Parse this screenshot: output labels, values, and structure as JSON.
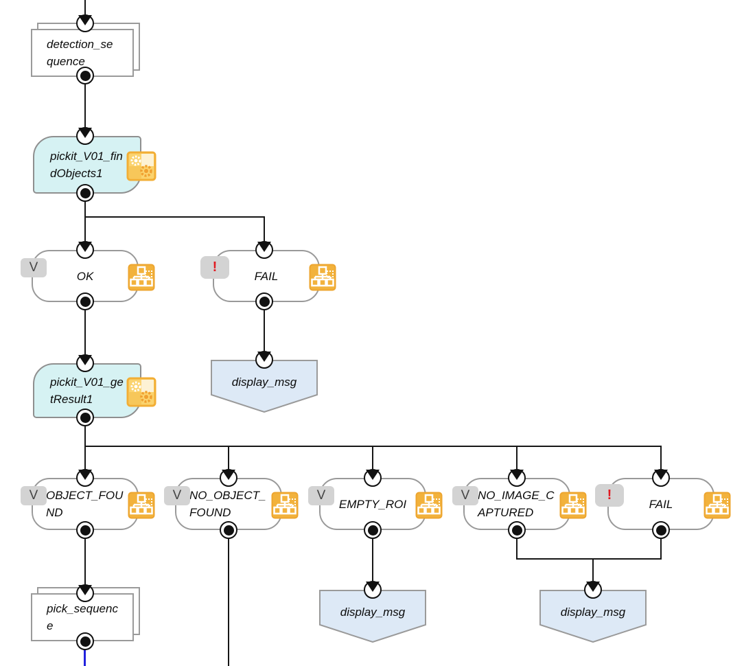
{
  "diagram": {
    "nodes": {
      "detection_sequence": {
        "label": "detection_sequence",
        "kind": "subtask"
      },
      "find_objects": {
        "label": "pickit_V01_findObjects1",
        "kind": "command",
        "icon": "gears-icon"
      },
      "ok_branch": {
        "label": "OK",
        "badge": "V",
        "icon": "hierarchy-icon"
      },
      "fail_branch": {
        "label": "FAIL",
        "badge": "!",
        "icon": "hierarchy-icon"
      },
      "get_result": {
        "label": "pickit_V01_getResult1",
        "kind": "command",
        "icon": "gears-icon"
      },
      "display_msg_fail": {
        "label": "display_msg",
        "kind": "display"
      },
      "object_found_branch": {
        "label": "OBJECT_FOUND",
        "badge": "V",
        "icon": "hierarchy-icon"
      },
      "no_object_found_branch": {
        "label": "NO_OBJECT_FOUND",
        "badge": "V",
        "icon": "hierarchy-icon"
      },
      "empty_roi_branch": {
        "label": "EMPTY_ROI",
        "badge": "V",
        "icon": "hierarchy-icon"
      },
      "no_image_captured_branch": {
        "label": "NO_IMAGE_CAPTURED",
        "badge": "V",
        "icon": "hierarchy-icon"
      },
      "fail_bottom_branch": {
        "label": "FAIL",
        "badge": "!",
        "icon": "hierarchy-icon"
      },
      "pick_sequence": {
        "label": "pick_sequence",
        "kind": "subtask"
      },
      "display_msg_empty_roi": {
        "label": "display_msg",
        "kind": "display"
      },
      "display_msg_error": {
        "label": "display_msg",
        "kind": "display"
      }
    },
    "colors": {
      "command_fill": "#d6f2f3",
      "display_fill": "#dde9f6",
      "condition_fill": "#ffffff",
      "node_border": "#9a9a9a",
      "badge_fill": "#d3d3d3",
      "icon_orange": "#f2b23c",
      "edge": "#161616",
      "selected_edge": "#2222dd",
      "error_mark": "#e11b22"
    }
  }
}
